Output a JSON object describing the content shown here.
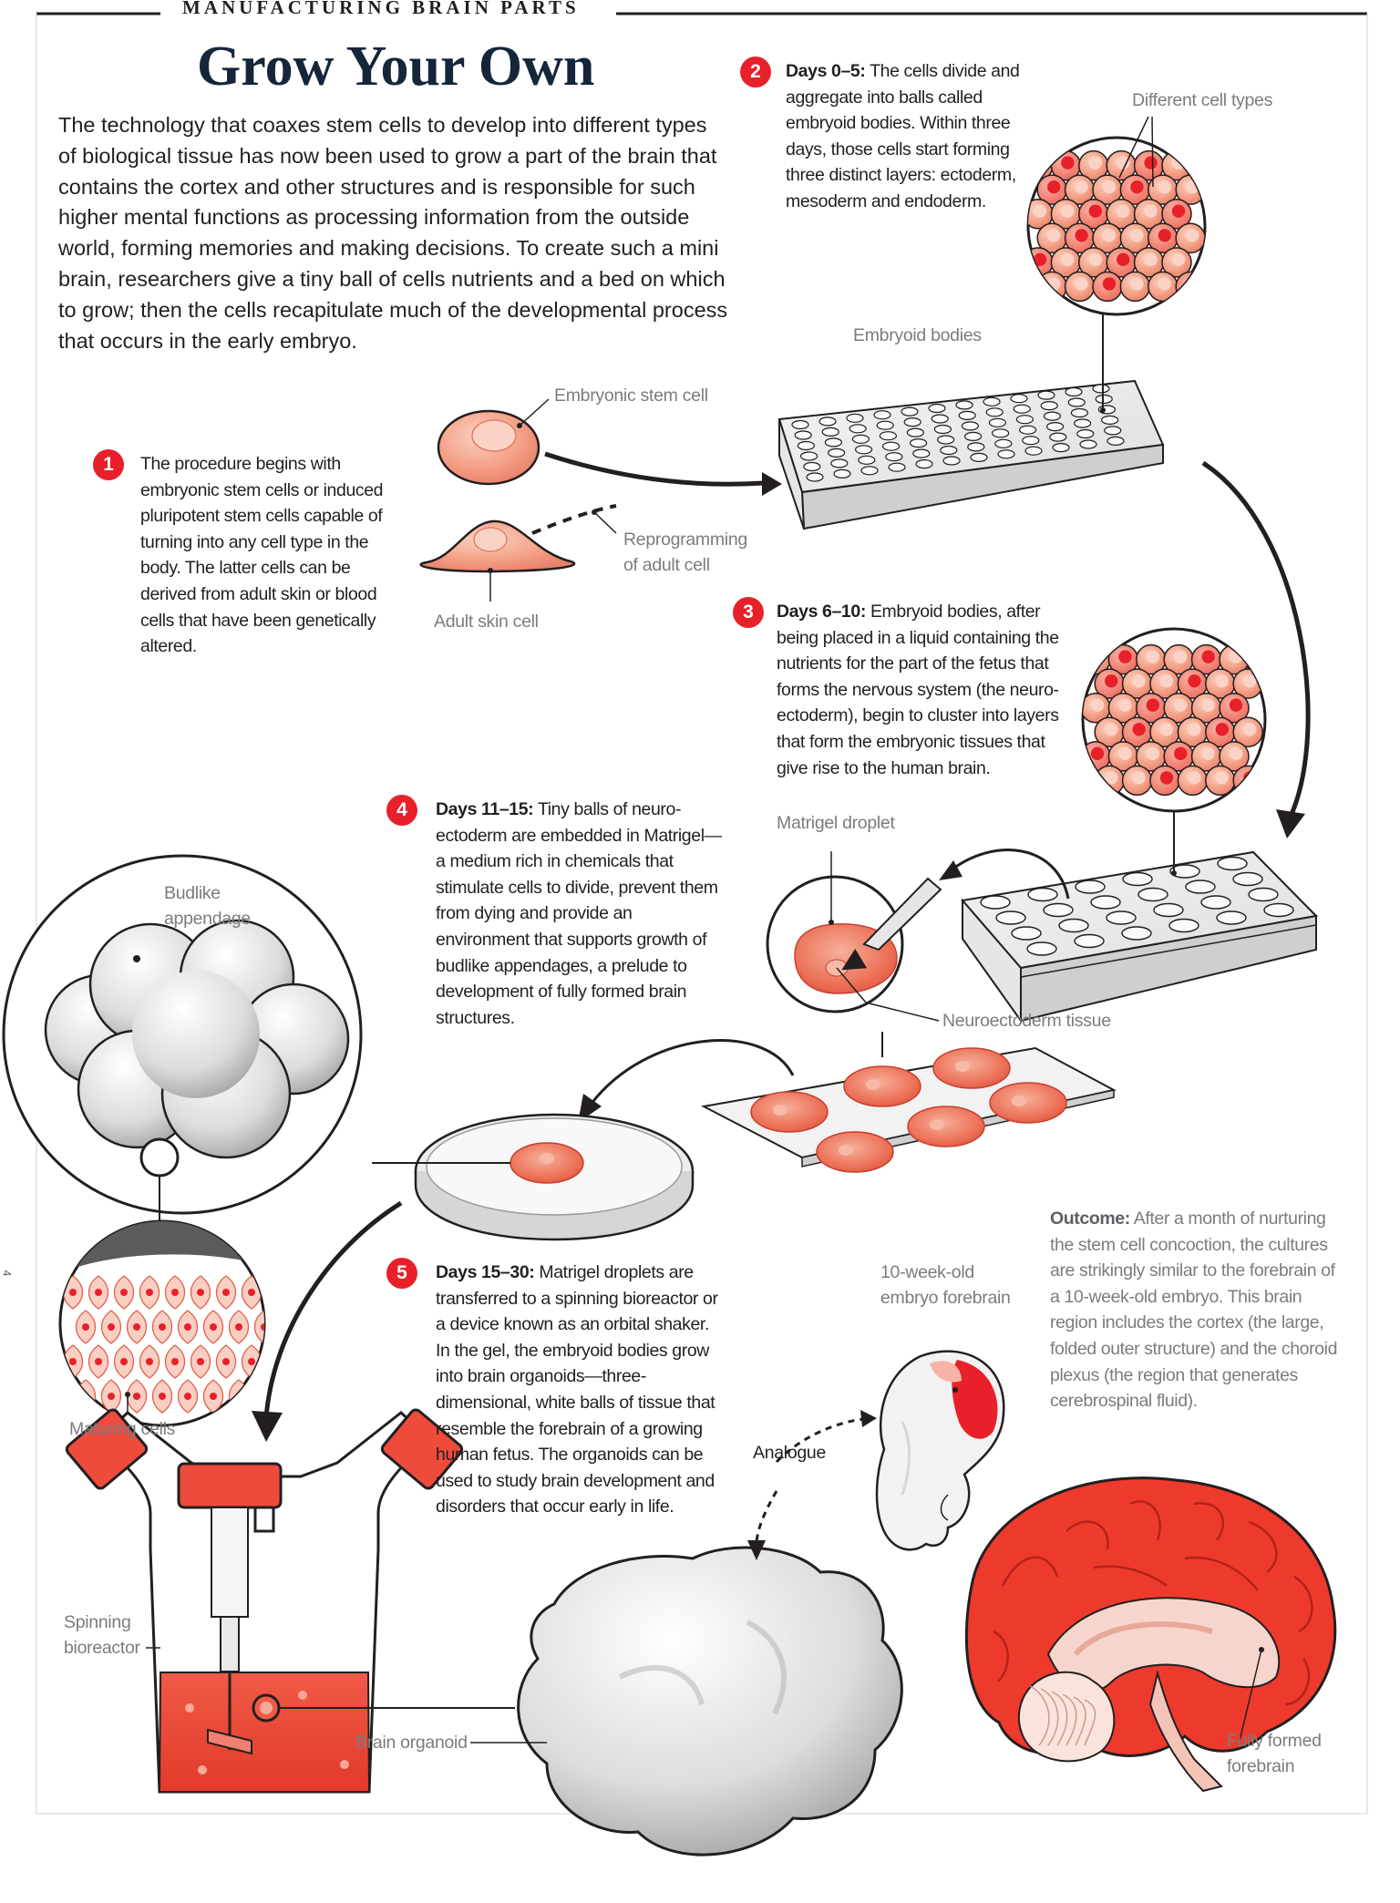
{
  "header": {
    "section_label": "MANUFACTURING BRAIN PARTS",
    "title": "Grow Your Own",
    "intro": "The technology that coaxes stem cells to develop into different types of biological tissue has now been used to grow a part of the brain that contains the cortex and other structures and is responsible for such higher mental functions as processing information from the outside world, forming memories and making decisions. To create such a mini brain, researchers give a tiny ball of cells nutrients and a bed on which to grow; then the cells recapitulate much of the developmental process that occurs in the early embryo."
  },
  "steps": [
    {
      "number": "1",
      "lead": "",
      "text": "The procedure begins with embryonic stem cells or induced pluripotent stem cells capable of turning into any cell type in the body. The latter cells can be derived from adult skin or blood cells that have been genetically altered."
    },
    {
      "number": "2",
      "lead": "Days 0–5:",
      "text": "The cells divide and aggregate into balls called embryoid bodies. Within three days, those cells start forming three distinct layers: ectoderm, mesoderm and endoderm."
    },
    {
      "number": "3",
      "lead": "Days 6–10:",
      "text": "Embryoid bodies, after being placed in a liquid containing the nutrients for the part of the fetus that forms the nervous system (the neuro-ectoderm), begin to cluster into layers that form the embryonic tissues that give rise to the human brain."
    },
    {
      "number": "4",
      "lead": "Days 11–15:",
      "text": "Tiny balls of neuro-ectoderm are embedded in Matrigel—a medium rich in chemicals that stimulate cells to divide, prevent them from dying and provide an environment that supports growth of budlike appendages, a prelude to development of fully formed brain structures."
    },
    {
      "number": "5",
      "lead": "Days 15–30:",
      "text": "Matrigel droplets are transferred to a spinning bioreactor or a device known as an orbital shaker. In the gel, the embryoid bodies grow into brain organoids—three-dimensional, white balls of tissue that resemble the forebrain of a growing human fetus. The organoids can be used to study brain development and disorders that occur early in life."
    }
  ],
  "labels": {
    "embryonic_stem_cell": "Embryonic stem cell",
    "reprogramming": "Reprogramming",
    "of_adult_cell": "of adult cell",
    "adult_skin_cell": "Adult skin cell",
    "different_cell_types": "Different cell types",
    "embryoid_bodies": "Embryoid bodies",
    "matrigel_droplet": "Matrigel droplet",
    "neuroectoderm_tissue": "Neuroectoderm tissue",
    "budlike": "Budlike",
    "appendage": "appendage",
    "maturing_cells": "Maturing cells",
    "spinning": "Spinning",
    "bioreactor": "bioreactor",
    "brain_organoid": "Brain organoid",
    "analogue": "Analogue",
    "embryo_forebrain_1": "10-week-old",
    "embryo_forebrain_2": "embryo forebrain",
    "fully_formed": "Fully formed",
    "forebrain": "forebrain"
  },
  "outcome": {
    "lead": "Outcome:",
    "text": "After a month of nurturing the stem cell concoction, the cultures are strikingly similar to the forebrain of a 10-week-old embryo. This brain region includes the cortex (the large, folded outer structure) and the choroid plexus (the region that generates cerebrospinal fluid)."
  },
  "page_number": "4",
  "colors": {
    "accent_red": "#e8202a",
    "cell_salmon": "#f29a80",
    "title_navy": "#15253a",
    "label_gray": "#7a7c80"
  }
}
